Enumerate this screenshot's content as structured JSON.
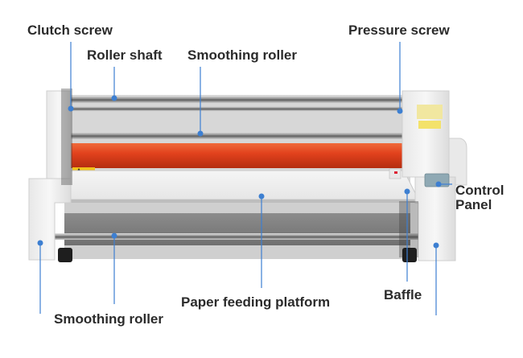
{
  "labels": {
    "clutch_screw": "Clutch screw",
    "roller_shaft": "Roller shaft",
    "smoothing_roller_top": "Smoothing roller",
    "pressure_screw": "Pressure screw",
    "control_panel": "Control\nPanel",
    "baffle": "Baffle",
    "paper_feeding_platform": "Paper feeding platform",
    "smoothing_roller_bottom": "Smoothing roller"
  },
  "colors": {
    "leader": "#3d7fd1",
    "roller": "#e2421d",
    "body": "#f2f2f2",
    "text": "#2b2b2b"
  }
}
